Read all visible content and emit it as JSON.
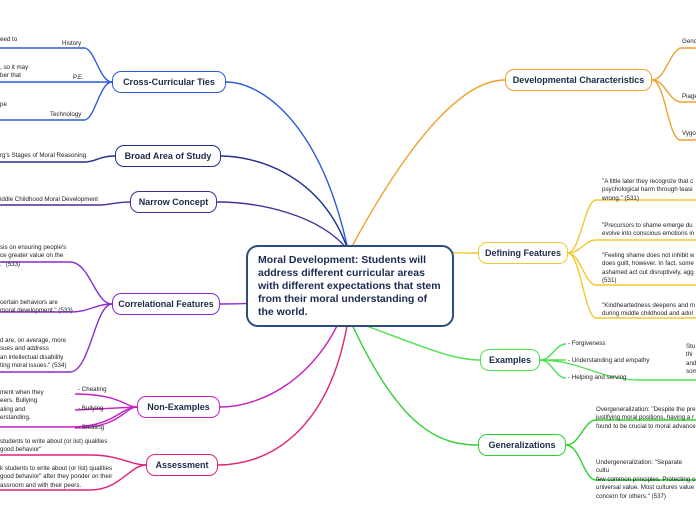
{
  "central": "Moral Development: Students will address different curricular areas with different expectations that stem from their moral understanding of the world.",
  "branches": {
    "cross_curricular": "Cross-Curricular Ties",
    "broad_area": "Broad Area of Study",
    "narrow_concept": "Narrow Concept",
    "correlational": "Correlational Features",
    "non_examples": "Non-Examples",
    "assessment": "Assessment",
    "developmental": "Developmental Characteristics",
    "defining": "Defining Features",
    "examples": "Examples",
    "generalizations": "Generalizations"
  },
  "cross_children": {
    "history": "History",
    "pe": "P.E.",
    "technology": "Technology",
    "history_text": "eed to",
    "pe_text": ", so it may\nber that",
    "technology_text": "pe"
  },
  "broad_text": "rg's Stages of Moral Reasoning",
  "narrow_text": "iddle Childhood Moral Development",
  "correlational_texts": [
    "sis on ensuring people's\nce greater value on the\n.\" (533)",
    "certain behaviors are\nmoral development.\" (533)",
    "d are, on average, more\nsues and address\n an intellectual disability\nting moral issues.\" (534)"
  ],
  "non_examples": {
    "text": "ment when they\neers. Bullying\naling and\nerstanding.",
    "items": [
      "- Cheating",
      "- Bullying",
      "- Stealing"
    ]
  },
  "assessment_texts": [
    " students to write about (or list) qualities\ngood behavior\"",
    "k students to write about (or list) qualities\ngood behavior\" after they ponder on their\nassroom and with their peers."
  ],
  "developmental_items": [
    "Gend",
    "Piage",
    "Vygo"
  ],
  "defining_texts": [
    "\"A little later they recognize that c\npsychological harm through teasi\nwrong.\" (531)",
    "\"Precursors to shame emerge du\nevolve into conscious emotions in",
    "\"Feeling shame does not inhibit w\ndoes guilt, however. In fact, some\nashamed act out disruptively, agg\n(531)",
    "\"Kindheartedness deepens and m\nduring middle childhood and adol"
  ],
  "examples_items": [
    "- Forgiveness",
    "- Understanding and empathy",
    "- Helping and serving"
  ],
  "examples_text": "Stu\nthi\nand\nsom",
  "generalizations_texts": [
    "Overgeneralization: \"Despite the pre\njustifying moral positions, having a r\nfound to be crucial to moral advance",
    "Undergeneralization: \"Separate cultu\nfew common principles. Protecting o\nuniversal value. Most cultures value\nconcern for others.\" (537)"
  ]
}
